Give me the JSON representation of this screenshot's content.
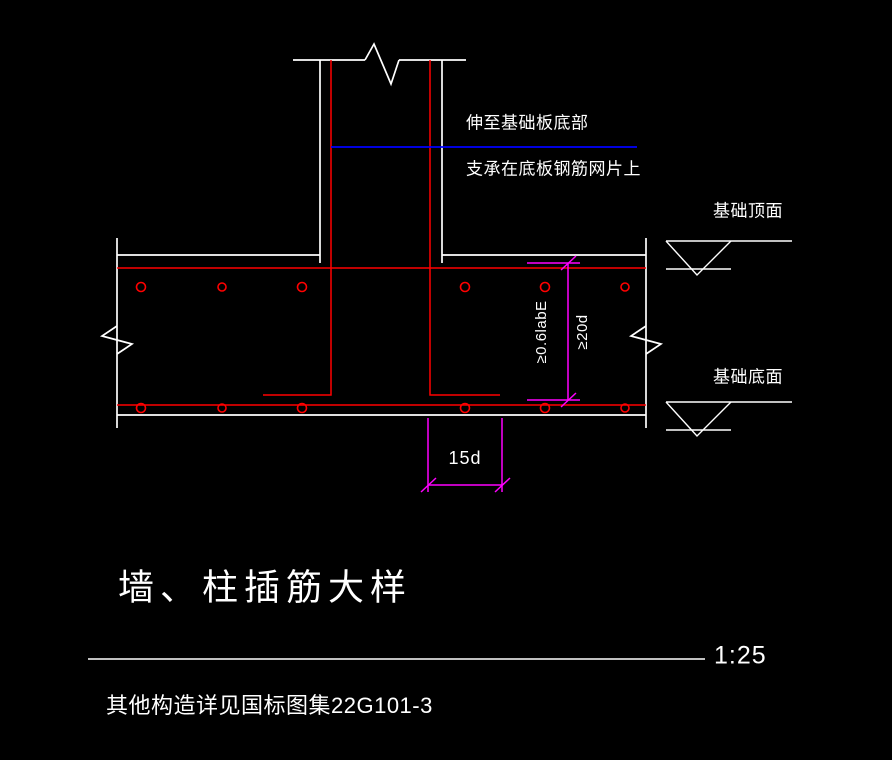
{
  "drawing": {
    "title": "墙、柱插筋大样",
    "scale": "1:25",
    "note": "其他构造详见国标图集22G101-3",
    "annotations": {
      "line1": "伸至基础板底部",
      "line2": "支承在底板钢筋网片上"
    },
    "levels": {
      "top": "基础顶面",
      "bottom": "基础底面"
    },
    "dimensions": {
      "horizontal": "15d",
      "vertical_1": "≥0.6labE",
      "vertical_2": "≥20d"
    }
  },
  "colors": {
    "background": "#000000",
    "outline": "#ffffff",
    "rebar": "#ff0000",
    "leader": "#0000ff",
    "dimension": "#ff00ff"
  }
}
